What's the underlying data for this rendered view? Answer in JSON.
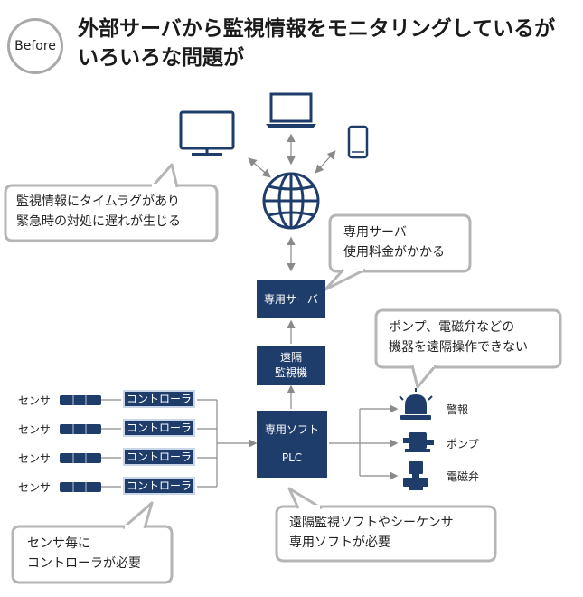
{
  "badge": "Before",
  "title": {
    "line1": "外部サーバから監視情報をモニタリングしているが",
    "line2": "いろいろな問題が"
  },
  "boxes": {
    "server": "専用サーバ",
    "remote_line1": "遠隔",
    "remote_line2": "監視機",
    "software": "専用ソフト",
    "plc": "PLC"
  },
  "sensors": [
    {
      "label": "センサ",
      "controller": "コントローラ"
    },
    {
      "label": "センサ",
      "controller": "コントローラ"
    },
    {
      "label": "センサ",
      "controller": "コントローラ"
    },
    {
      "label": "センサ",
      "controller": "コントローラ"
    }
  ],
  "outputs": [
    {
      "label": "警報",
      "icon": "alarm-light-icon"
    },
    {
      "label": "ポンプ",
      "icon": "pump-icon"
    },
    {
      "label": "電磁弁",
      "icon": "solenoid-valve-icon"
    }
  ],
  "callouts": {
    "timelag_line1": "監視情報にタイムラグがあり",
    "timelag_line2": "緊急時の対処に遅れが生じる",
    "server_cost_line1": "専用サーバ",
    "server_cost_line2": "使用料金がかかる",
    "remote_op_line1": "ポンプ、電磁弁などの",
    "remote_op_line2": "機器を遠隔操作できない",
    "software_line1": "遠隔監視ソフトやシーケンサ",
    "software_line2": "専用ソフトが必要",
    "controller_line1": "センサ毎に",
    "controller_line2": "コントローラが必要"
  },
  "colors": {
    "box": "#1f3d6b",
    "line": "#9a9a9a",
    "callout_border": "#b5b5b5"
  },
  "icons": [
    "monitor-icon",
    "laptop-icon",
    "smartphone-icon",
    "globe-icon",
    "sensor-icon"
  ]
}
